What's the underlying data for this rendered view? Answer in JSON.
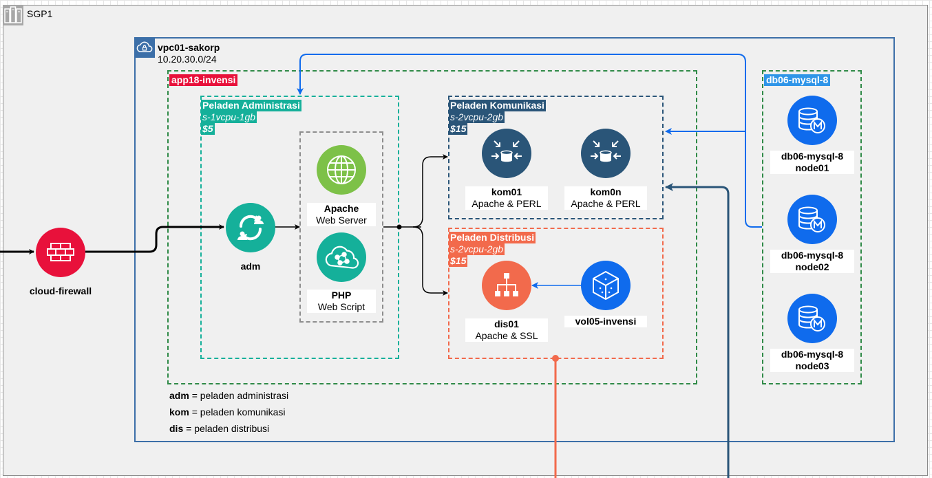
{
  "region": {
    "label": "SGP1",
    "icon": "datacenter-icon"
  },
  "vpc": {
    "name": "vpc01-sakorp",
    "cidr": "10.20.30.0/24",
    "icon": "vpc-cloud-icon"
  },
  "app_group": {
    "label": "app18-invensi",
    "color": "#e8113b"
  },
  "db_group": {
    "label": "db06-mysql-8",
    "color": "#2f95e8"
  },
  "firewall": {
    "label": "cloud-firewall",
    "icon": "firewall-icon",
    "color": "#e8113b"
  },
  "adm": {
    "title": "Peladen Administrasi",
    "size": "s-1vcpu-1gb",
    "price": "$5",
    "color": "#15b09a",
    "node": {
      "label": "adm",
      "icon": "sync-users-icon"
    },
    "apache": {
      "title": "Apache",
      "subtitle": "Web Server",
      "icon": "globe-icon",
      "color": "#7dc148"
    },
    "php": {
      "title": "PHP",
      "subtitle": "Web Script",
      "icon": "cloud-network-icon",
      "color": "#15b09a"
    }
  },
  "kom": {
    "title": "Peladen Komunikasi",
    "size": "s-2vcpu-2gb",
    "price": "$15",
    "color": "#2a5578",
    "nodes": [
      {
        "title": "kom01",
        "subtitle": "Apache & PERL",
        "icon": "load-balancer-db-icon"
      },
      {
        "title": "kom0n",
        "subtitle": "Apache & PERL",
        "icon": "load-balancer-db-icon"
      }
    ]
  },
  "dis": {
    "title": "Peladen Distribusi",
    "size": "s-2vcpu-2gb",
    "price": "$15",
    "color": "#f26a4c",
    "node": {
      "title": "dis01",
      "subtitle": "Apache & SSL",
      "icon": "hierarchy-icon"
    },
    "volume": {
      "title": "vol05-invensi",
      "icon": "volume-cube-icon",
      "color": "#0f6bed"
    }
  },
  "db_nodes": [
    {
      "title": "db06-mysql-8",
      "subtitle": "node01",
      "icon": "mysql-db-icon"
    },
    {
      "title": "db06-mysql-8",
      "subtitle": "node02",
      "icon": "mysql-db-icon"
    },
    {
      "title": "db06-mysql-8",
      "subtitle": "node03",
      "icon": "mysql-db-icon"
    }
  ],
  "legend": [
    {
      "abbr": "adm",
      "text": "= peladen administrasi"
    },
    {
      "abbr": "kom",
      "text": "= peladen komunikasi"
    },
    {
      "abbr": "dis",
      "text": "= peladen distribusi"
    }
  ]
}
